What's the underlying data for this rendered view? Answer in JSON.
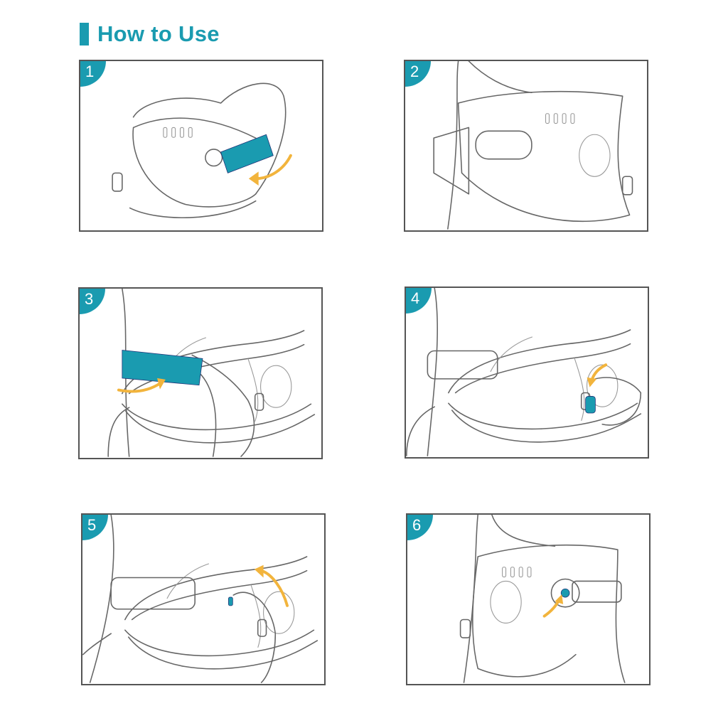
{
  "header": {
    "title": "How to Use"
  },
  "colors": {
    "accent": "#1a9bb0",
    "arrow": "#f2b43c",
    "line": "#666666"
  },
  "steps": [
    {
      "number": "1"
    },
    {
      "number": "2"
    },
    {
      "number": "3"
    },
    {
      "number": "4"
    },
    {
      "number": "5"
    },
    {
      "number": "6"
    }
  ]
}
